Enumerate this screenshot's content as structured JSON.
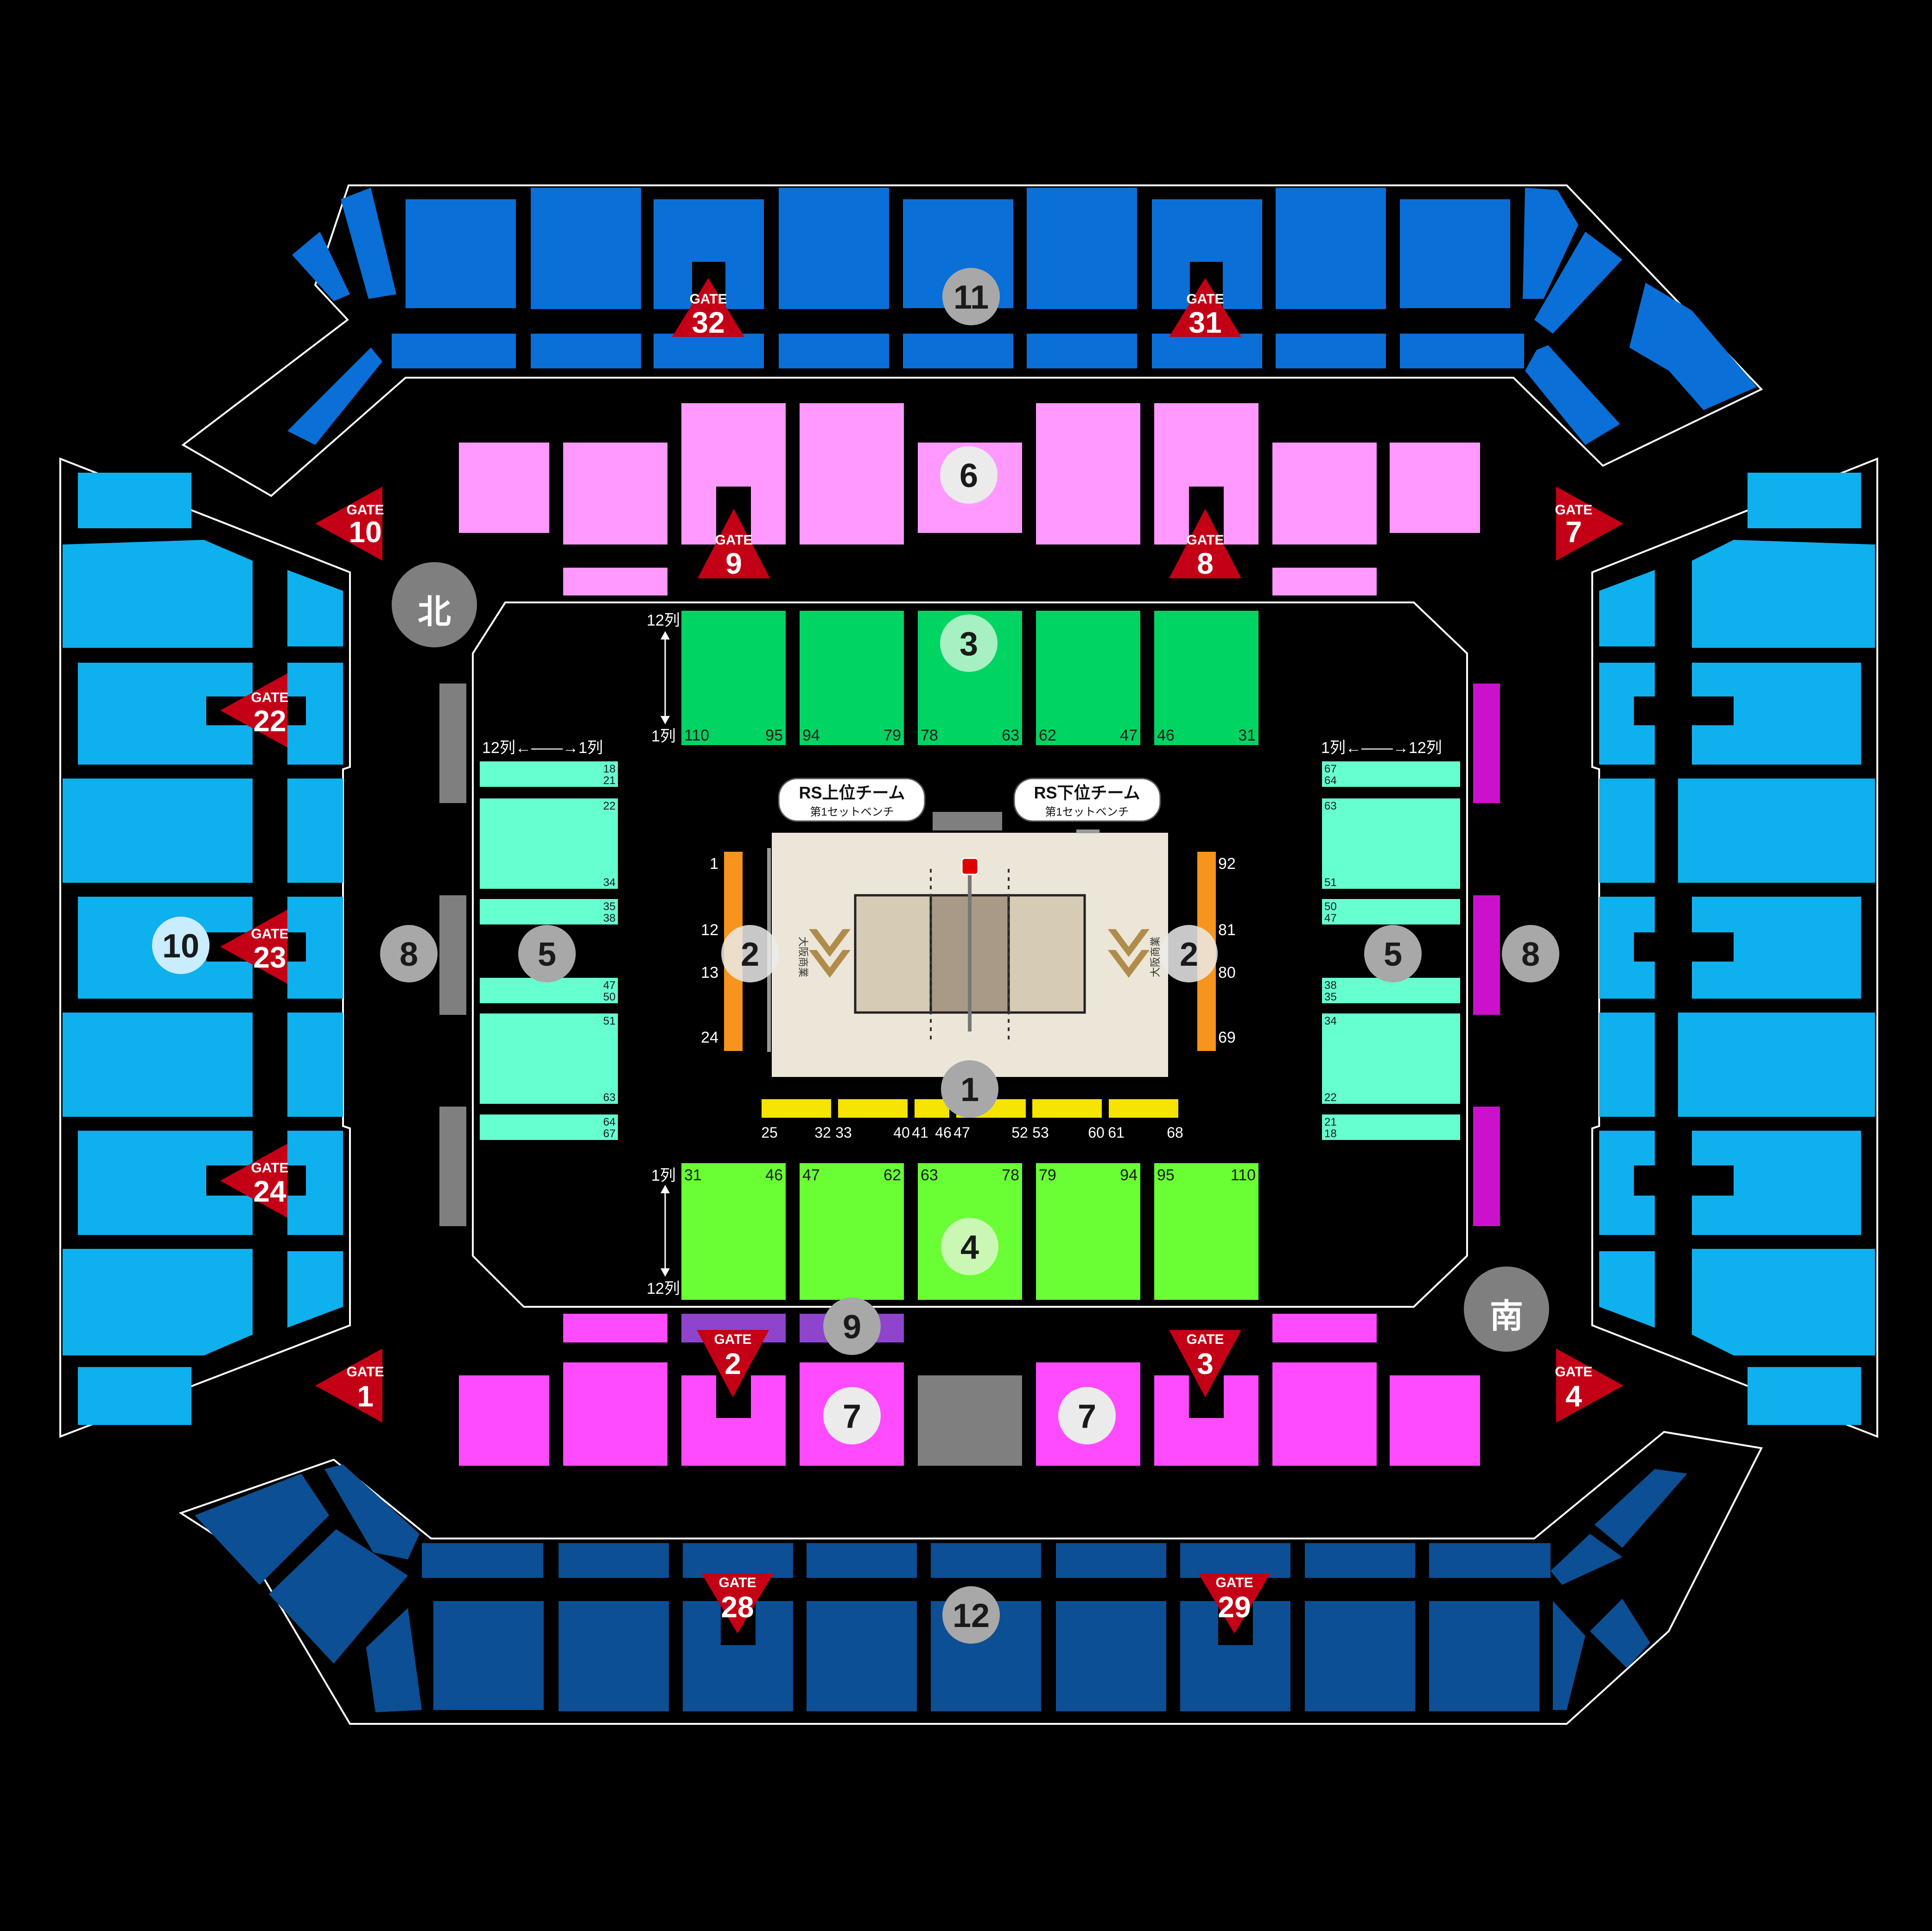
{
  "colors": {
    "background": "#000000",
    "upper_north": "#0a6fd6",
    "upper_south": "#0c4f94",
    "wing_side": "#0fb0ee",
    "section_6": "#ff99ff",
    "section_7": "#ff4bff",
    "section_8_purple": "#cc11cc",
    "section_9_violet": "#8e44cc",
    "section_3": "#00d463",
    "section_4": "#69ff34",
    "section_5": "#66ffd0",
    "bench": "#f7941d",
    "row_1": "#f4e400",
    "court_floor": "#ece6d8",
    "court_play": "#d6ccb6",
    "court_center": "#a89a86",
    "gate": "#c40016",
    "gray_block": "#7f7f7f",
    "badge_gray": "#a8a8a8",
    "badge_light": "#ebebeb"
  },
  "directions": {
    "north": "北",
    "south": "南"
  },
  "gate_word": "GATE",
  "gates": [
    "32",
    "31",
    "10",
    "7",
    "9",
    "8",
    "22",
    "23",
    "24",
    "1",
    "2",
    "3",
    "4",
    "28",
    "29"
  ],
  "section_badges": [
    "11",
    "6",
    "3",
    "10",
    "8",
    "5",
    "2",
    "2",
    "5",
    "8",
    "1",
    "4",
    "9",
    "7",
    "7",
    "12"
  ],
  "benches": {
    "upper_team": "RS上位チーム",
    "upper_sub": "第1セットベンチ",
    "lower_team": "RS下位チーム",
    "lower_sub": "第1セットベンチ"
  },
  "row_indicators": {
    "row12": "12列",
    "row1": "1列",
    "side_left": "12列←――→1列",
    "side_right": "1列←――→12列"
  },
  "section3_seats": [
    [
      "110",
      "95"
    ],
    [
      "94",
      "79"
    ],
    [
      "78",
      "63"
    ],
    [
      "62",
      "47"
    ],
    [
      "46",
      "31"
    ]
  ],
  "section4_seats": [
    [
      "31",
      "46"
    ],
    [
      "47",
      "62"
    ],
    [
      "63",
      "78"
    ],
    [
      "79",
      "94"
    ],
    [
      "95",
      "110"
    ]
  ],
  "section5_left_seats": [
    [
      "18",
      "21"
    ],
    [
      "22",
      "34"
    ],
    [
      "35",
      "38"
    ],
    [
      "47",
      "50"
    ],
    [
      "51",
      "63"
    ],
    [
      "64",
      "67"
    ]
  ],
  "section5_right_seats": [
    [
      "67",
      "64"
    ],
    [
      "63",
      "51"
    ],
    [
      "50",
      "47"
    ],
    [
      "38",
      "35"
    ],
    [
      "34",
      "22"
    ],
    [
      "21",
      "18"
    ]
  ],
  "bench_seats_left": [
    "1",
    "12",
    "13",
    "24"
  ],
  "bench_seats_right": [
    "92",
    "81",
    "80",
    "69"
  ],
  "section1_seats": [
    "25",
    "32",
    "33",
    "40",
    "41",
    "46",
    "47",
    "52",
    "53",
    "60",
    "61",
    "68"
  ],
  "court_logo_text": "大阪商業"
}
